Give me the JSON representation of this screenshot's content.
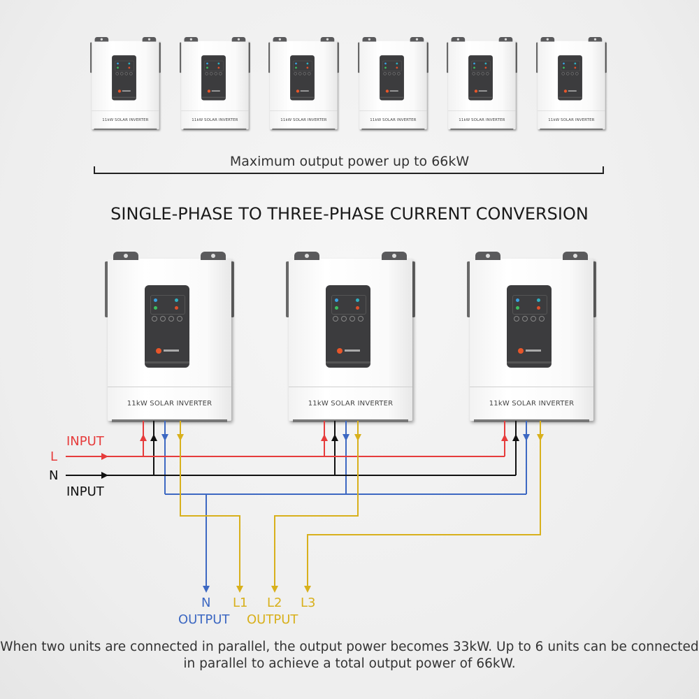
{
  "inverter_label": "11kW SOLAR INVERTER",
  "top_row_count": 6,
  "max_output_text": "Maximum output power up to 66kW",
  "title": "SINGLE-PHASE TO THREE-PHASE CURRENT CONVERSION",
  "input": {
    "l_label": "L",
    "n_label": "N",
    "input_top": "INPUT",
    "input_bottom": "INPUT"
  },
  "output": {
    "n": "N",
    "l1": "L1",
    "l2": "L2",
    "l3": "L3",
    "n_output": "OUTPUT",
    "l_output": "OUTPUT"
  },
  "note": "When two units are connected in parallel, the output power becomes 33kW. Up to 6 units can be connected in parallel to achieve a total output power of 66kW.",
  "colors": {
    "line": "#e63c3c",
    "neutral": "#111111",
    "out_neutral": "#3d68c2",
    "out_line": "#d8b01c"
  }
}
